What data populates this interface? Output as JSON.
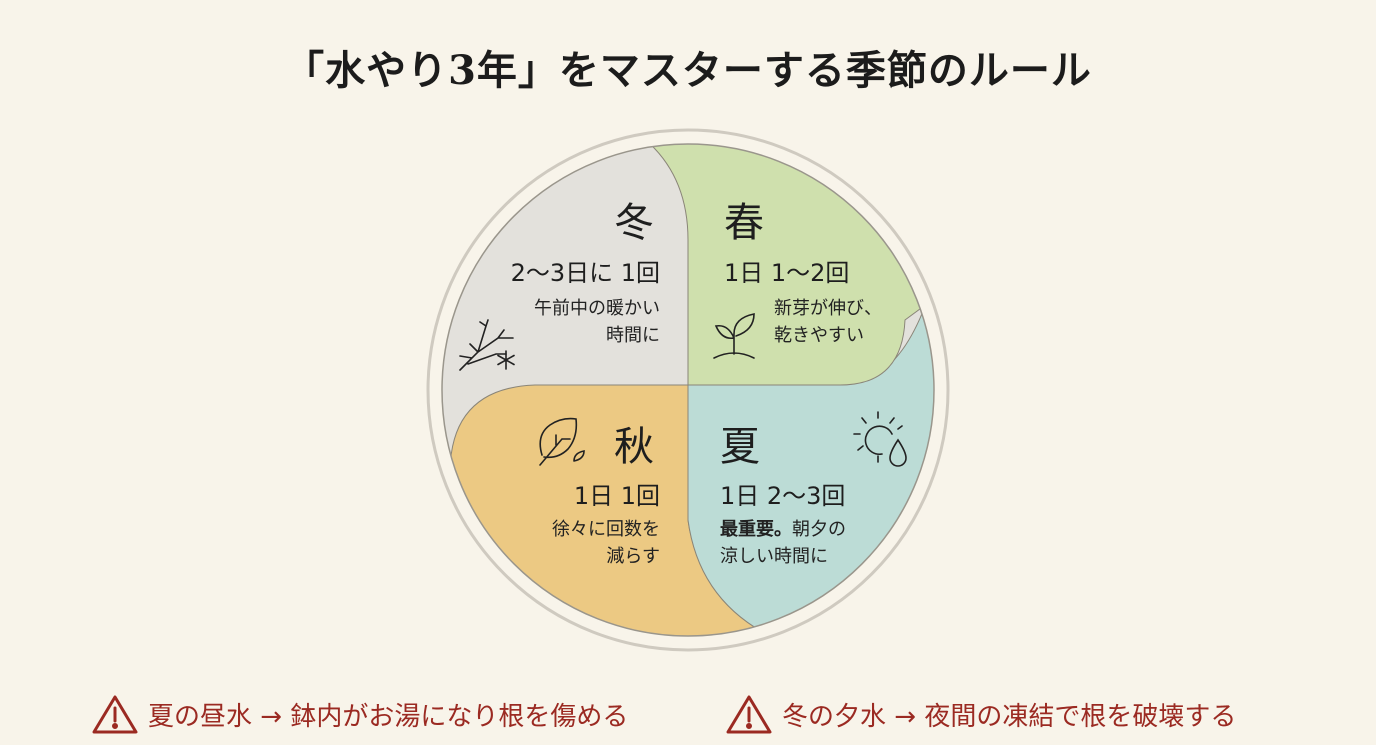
{
  "title": "「水やり3年」をマスターする季節のルール",
  "seasons": {
    "winter": {
      "name": "冬",
      "frequency": "2〜3日に 1回",
      "note_line1": "午前中の暖かい",
      "note_line2": "時間に",
      "icon": "bare-branch-snowflake-icon",
      "color": "#e3e1dc"
    },
    "spring": {
      "name": "春",
      "frequency": "1日 1〜2回",
      "note_line1": "新芽が伸び、",
      "note_line2": "乾きやすい",
      "icon": "sprout-icon",
      "color": "#cfe0ad"
    },
    "autumn": {
      "name": "秋",
      "frequency": "1日 1回",
      "note_line1": "徐々に回数を",
      "note_line2": "減らす",
      "icon": "leaf-icon",
      "color": "#ecc983"
    },
    "summer": {
      "name": "夏",
      "frequency": "1日 2〜3回",
      "note_bold": "最重要。",
      "note_line1_rest": "朝夕の",
      "note_line2": "涼しい時間に",
      "icon": "sun-raindrop-icon",
      "color": "#bcdcd6"
    }
  },
  "warnings": [
    {
      "icon": "warning-triangle-icon",
      "text": "夏の昼水 → 鉢内がお湯になり根を傷める"
    },
    {
      "icon": "warning-triangle-icon",
      "text": "冬の夕水 → 夜間の凍結で根を破壊する"
    }
  ],
  "colors": {
    "background": "#f8f4ea",
    "warning": "#9b2a22",
    "ring": "#c9c5bb"
  }
}
